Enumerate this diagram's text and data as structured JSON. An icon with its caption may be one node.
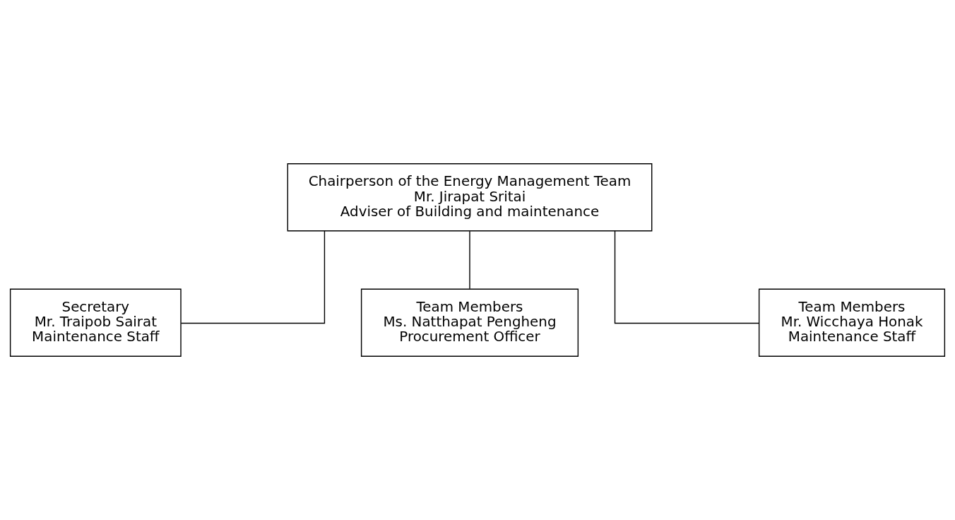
{
  "diagram": {
    "nodes": [
      {
        "text": [
          "Chairperson of the Energy Management Team",
          "Mr. Jirapat Sritai",
          "Adviser of Building and maintenance"
        ]
      },
      {
        "text": [
          "Secretary",
          "Mr. Traipob Sairat",
          "Maintenance Staff"
        ]
      },
      {
        "text": [
          "Team Members",
          "Ms. Natthapat Pengheng",
          "Procurement Officer"
        ]
      },
      {
        "text": [
          "Team Members",
          "Mr. Wicchaya Honak",
          "Maintenance Staff"
        ]
      }
    ],
    "edges": [
      {
        "from": 0,
        "to": 1,
        "arrow": "none"
      },
      {
        "from": 0,
        "to": 2,
        "arrow": "none"
      },
      {
        "from": 0,
        "to": 3,
        "arrow": "none"
      }
    ]
  }
}
